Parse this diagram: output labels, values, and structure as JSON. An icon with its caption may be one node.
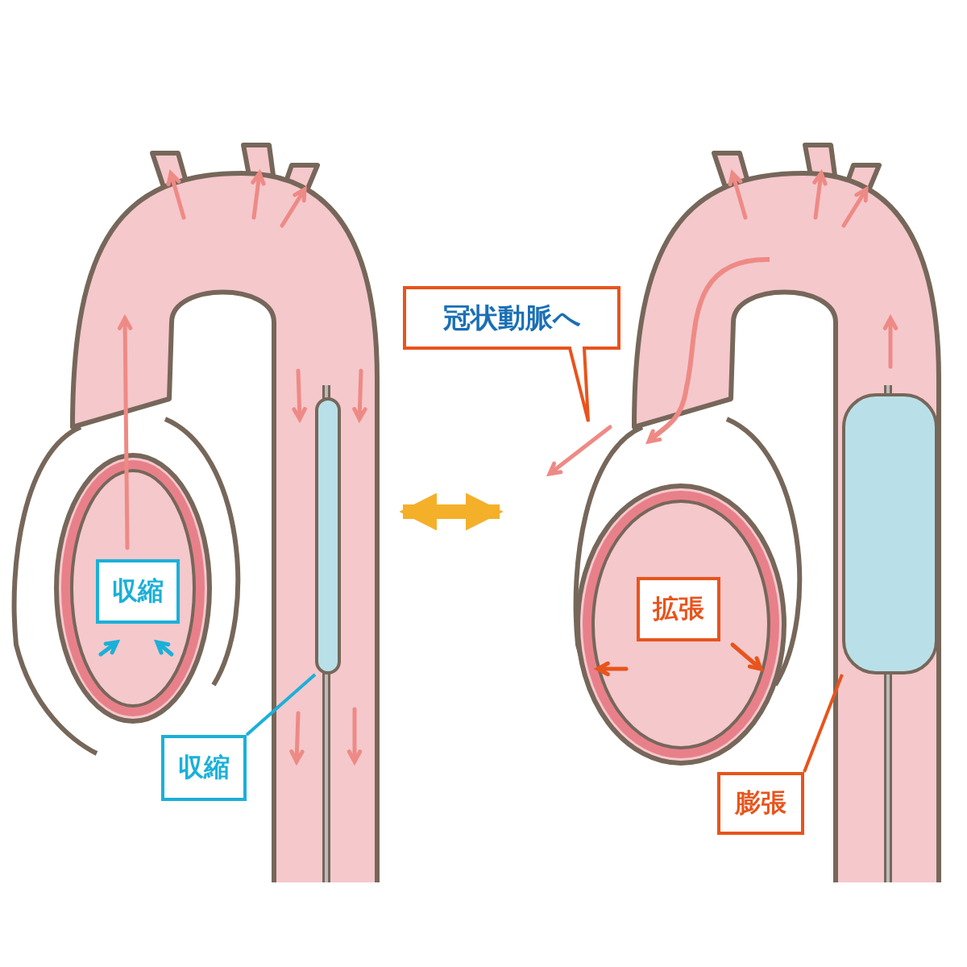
{
  "diagram": {
    "nodes": [
      {
        "text": [],
        "shape": "picture"
      },
      {
        "text": [],
        "shape": "picture"
      },
      {
        "text": [
          "収縮"
        ],
        "in": 0
      },
      {
        "text": [
          "収縮"
        ],
        "in": 0
      },
      {
        "text": [],
        "shape": "cylinder",
        "in": 0
      },
      {
        "text": [
          "冠状動脈へ"
        ]
      },
      {
        "text": [
          "拡張"
        ],
        "in": 1
      },
      {
        "text": [
          "膨張"
        ],
        "in": 1
      },
      {
        "text": [],
        "shape": "cylinder",
        "in": 1
      }
    ],
    "edges": [
      {
        "from": 0,
        "to": 1,
        "arrow": "both",
        "color": "#f5b02a",
        "style": "thick"
      },
      {
        "from": 3,
        "to": 4,
        "arrow": "none",
        "color": "#1bb0d8"
      },
      {
        "from": 7,
        "to": 8,
        "arrow": "none",
        "color": "#e8541c"
      }
    ]
  }
}
